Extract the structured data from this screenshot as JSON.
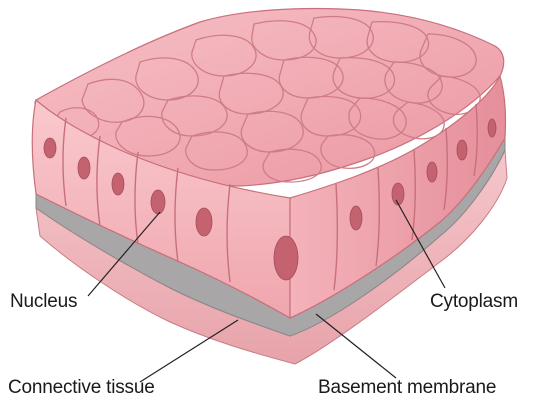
{
  "labels": {
    "nucleus": "Nucleus",
    "cytoplasm": "Cytoplasm",
    "connective_tissue": "Connective tissue",
    "basement_membrane": "Basement membrane"
  },
  "colors": {
    "cell_top": "#f2a7b0",
    "cell_side": "#f6b9bf",
    "cell_outline": "#b95a66",
    "nucleus": "#c4626f",
    "basement_membrane": "#a7a4a6",
    "connective_tissue": "#f0b8bd",
    "leader_line": "#222222"
  }
}
